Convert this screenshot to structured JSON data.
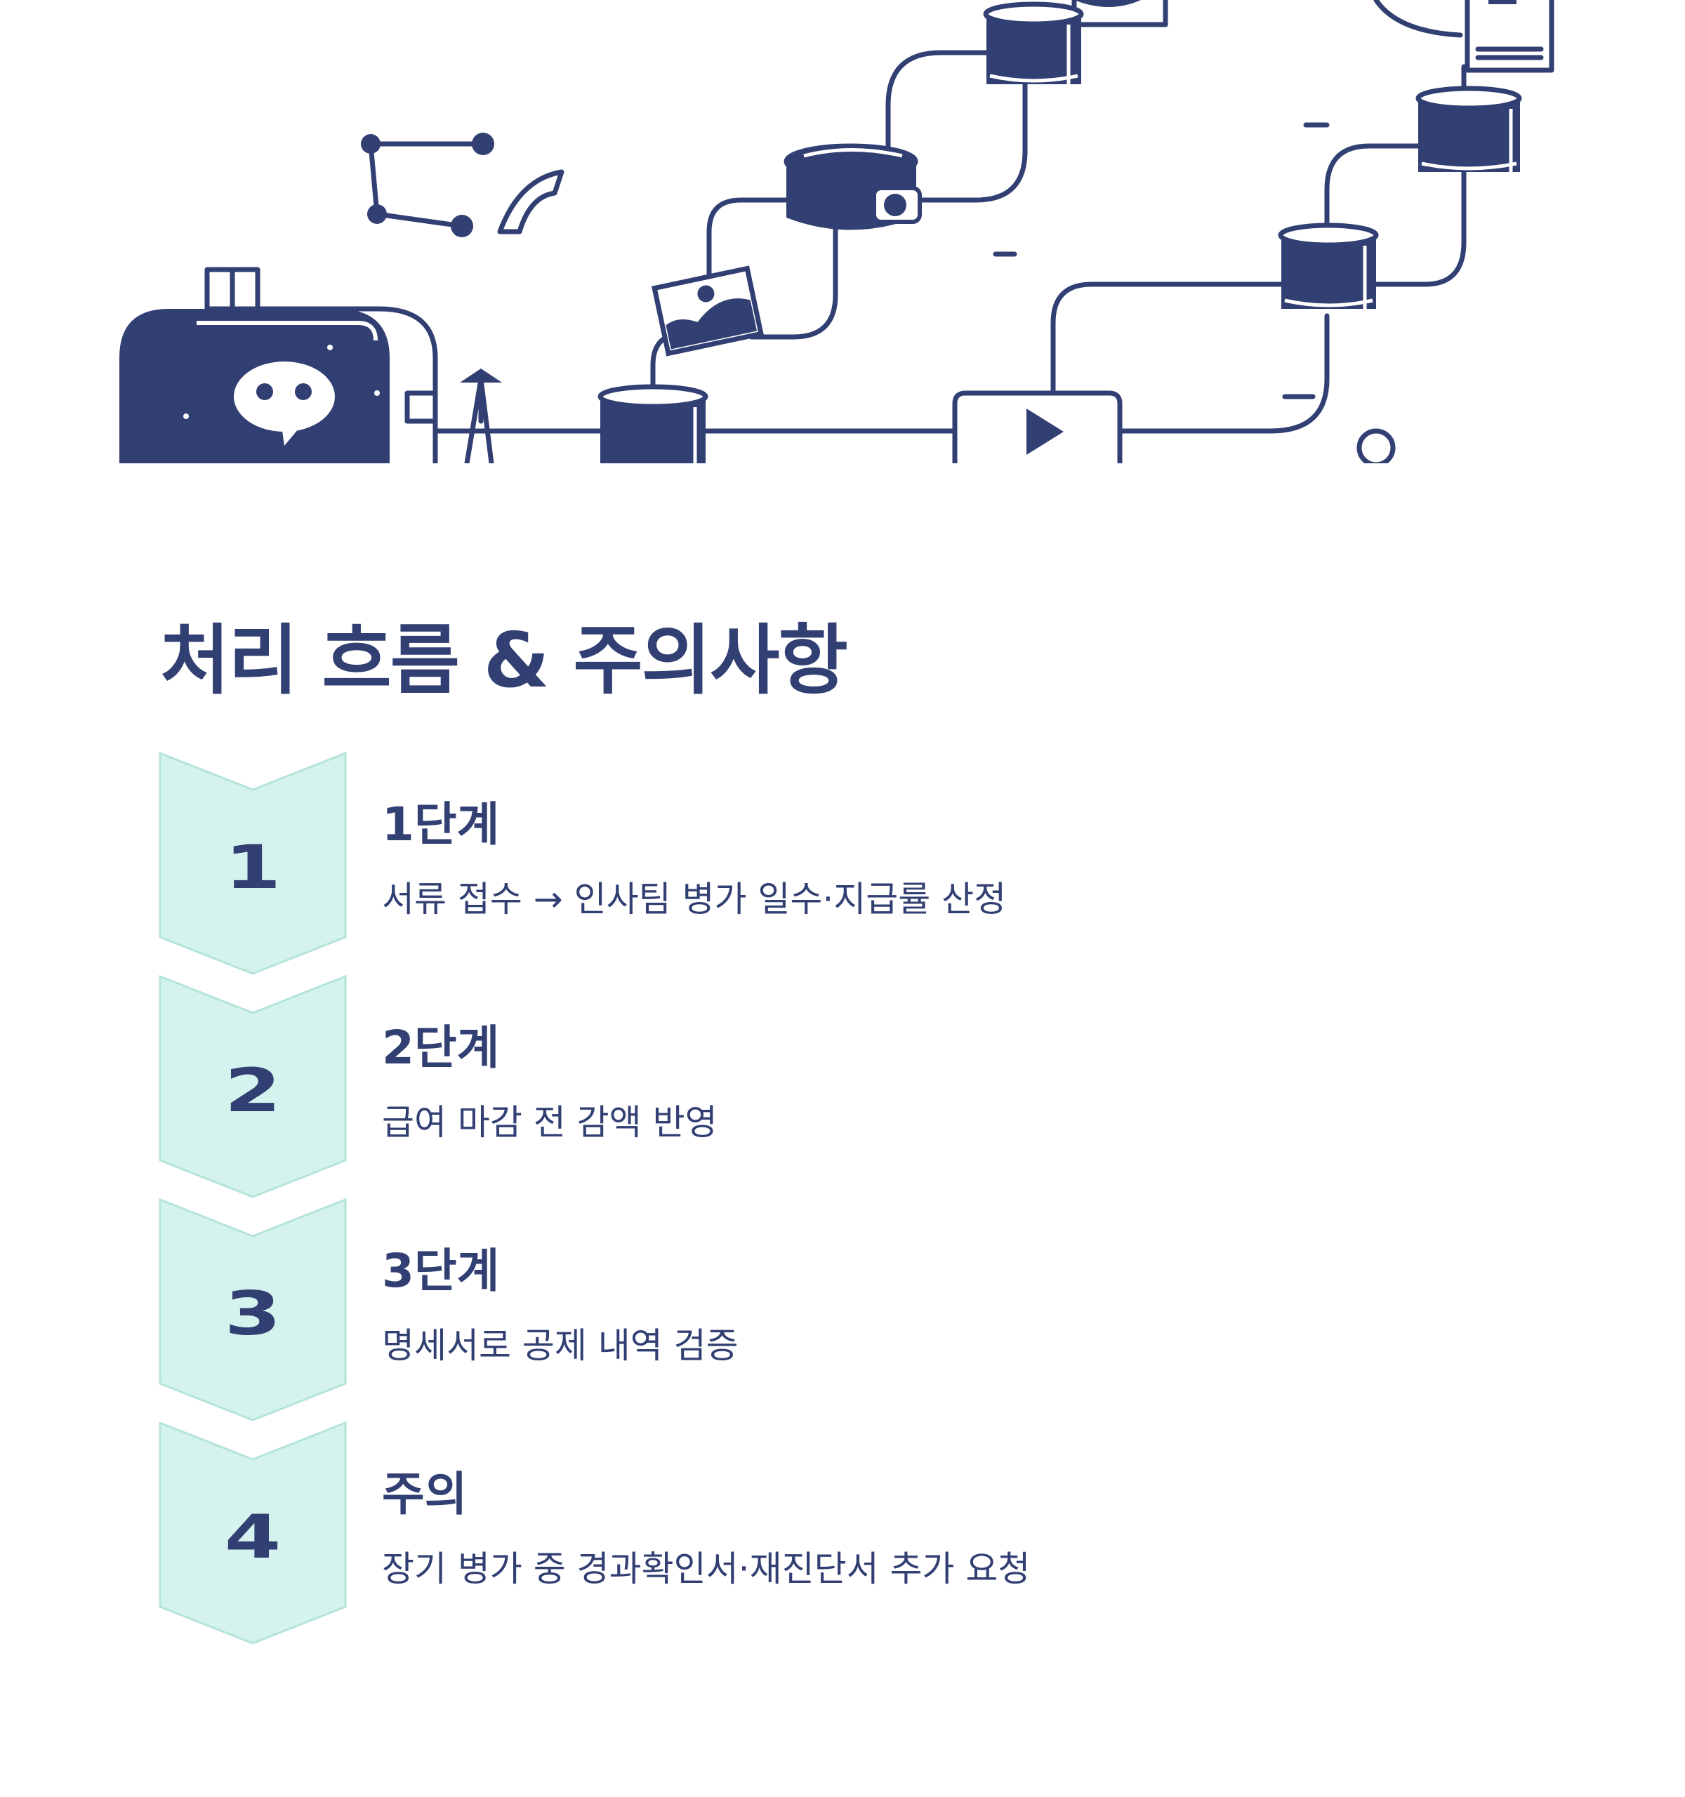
{
  "title": "처리 흐름 & 주의사항",
  "colors": {
    "ink": "#323f72",
    "chevron_fill": "#d5f3ee",
    "chevron_stroke": "#b4e4da",
    "background": "#ffffff"
  },
  "steps": [
    {
      "number": "1",
      "title": "1단계",
      "description": "서류 접수 → 인사팀 병가 일수·지급률 산정"
    },
    {
      "number": "2",
      "title": "2단계",
      "description": "급여 마감 전 감액 반영"
    },
    {
      "number": "3",
      "title": "3단계",
      "description": "명세서로 공제 내역 검증"
    },
    {
      "number": "4",
      "title": "주의",
      "description": "장기 병가 중 경과확인서·재진단서 추가 요청"
    }
  ]
}
